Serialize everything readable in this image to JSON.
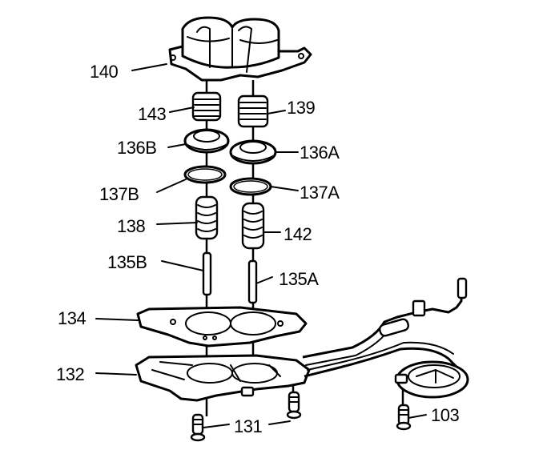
{
  "diagram": {
    "title": "Exploded view - accumulator / valve assembly",
    "colors": {
      "line": "#000000",
      "background": "#ffffff"
    },
    "callouts": [
      {
        "id": "c140",
        "label": "140",
        "part": "accumulator-cover"
      },
      {
        "id": "c143",
        "label": "143",
        "part": "spring-outer-left"
      },
      {
        "id": "c139",
        "label": "139",
        "part": "spring-outer-right"
      },
      {
        "id": "c136B",
        "label": "136B",
        "part": "piston-left"
      },
      {
        "id": "c136A",
        "label": "136A",
        "part": "piston-right"
      },
      {
        "id": "c137B",
        "label": "137B",
        "part": "seal-ring-left"
      },
      {
        "id": "c137A",
        "label": "137A",
        "part": "seal-ring-right"
      },
      {
        "id": "c138",
        "label": "138",
        "part": "spring-inner-left"
      },
      {
        "id": "c142",
        "label": "142",
        "part": "spring-inner-right"
      },
      {
        "id": "c135B",
        "label": "135B",
        "part": "pin-left"
      },
      {
        "id": "c135A",
        "label": "135A",
        "part": "pin-right"
      },
      {
        "id": "c134",
        "label": "134",
        "part": "gasket"
      },
      {
        "id": "c132",
        "label": "132",
        "part": "spacer-plate"
      },
      {
        "id": "c131",
        "label": "131",
        "part": "bolts"
      },
      {
        "id": "c103",
        "label": "103",
        "part": "filter-bolt"
      }
    ]
  }
}
